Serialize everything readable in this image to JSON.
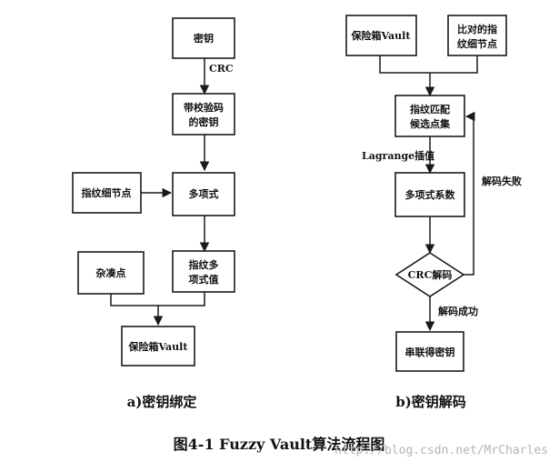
{
  "binding": {
    "key": "密钥",
    "crc_label": "CRC",
    "key_with_check": [
      "带校验码",
      "的密钥"
    ],
    "fingerprint_nodes": "指纹细节点",
    "polynomial": "多项式",
    "chaff_points": "杂凑点",
    "fp_poly_values": [
      "指纹多",
      "项式值"
    ],
    "vault": "保险箱Vault",
    "caption": "a)密钥绑定"
  },
  "decoding": {
    "vault": "保险箱Vault",
    "compare_nodes": [
      "比对的指",
      "纹细节点"
    ],
    "candidate_set": [
      "指纹匹配",
      "候选点集"
    ],
    "lagrange_label": "Lagrange插值",
    "poly_coeff": "多项式系数",
    "crc_decode": "CRC解码",
    "decode_fail": "解码失败",
    "decode_success": "解码成功",
    "key_output": "串联得密钥",
    "caption": "b)密钥解码"
  },
  "figure_title": "图4-1 Fuzzy Vault算法流程图",
  "watermark": "http://blog.csdn.net/MrCharles"
}
